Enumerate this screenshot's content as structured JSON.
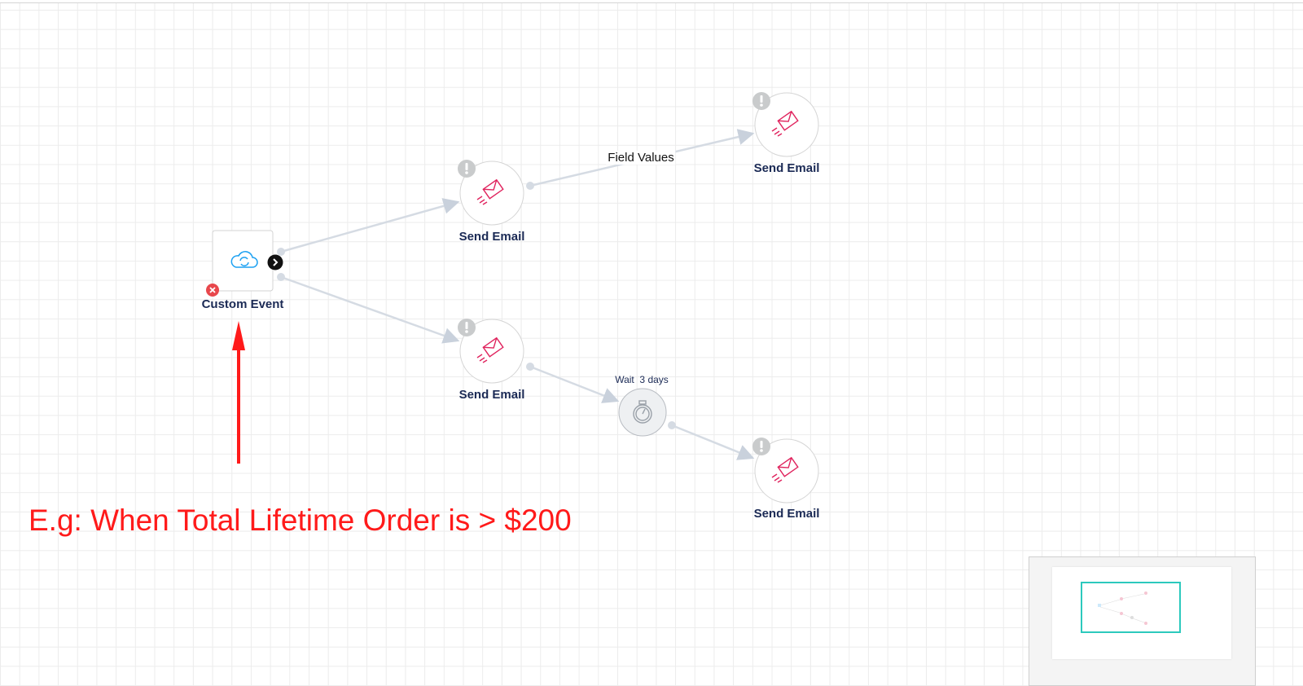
{
  "nodes": {
    "trigger": {
      "label": "Custom Event",
      "icon": "cloud-sync-icon"
    },
    "email_top": {
      "label": "Send Email",
      "icon": "send-email-icon"
    },
    "email_top_right": {
      "label": "Send Email",
      "icon": "send-email-icon"
    },
    "email_bottom": {
      "label": "Send Email",
      "icon": "send-email-icon"
    },
    "wait": {
      "label": "Wait  3 days",
      "icon": "stopwatch-icon"
    },
    "email_bottom_right": {
      "label": "Send Email",
      "icon": "send-email-icon"
    }
  },
  "edges": {
    "field_values_label": "Field Values"
  },
  "annotation": {
    "text": "E.g: When Total Lifetime Order is > $200"
  },
  "colors": {
    "accent_email": "#e0245e",
    "trigger_icon": "#1da1f2",
    "edge": "#d5dbe3",
    "annotation": "#ff1a1a",
    "minimap_viewport": "#2cc9bd"
  }
}
